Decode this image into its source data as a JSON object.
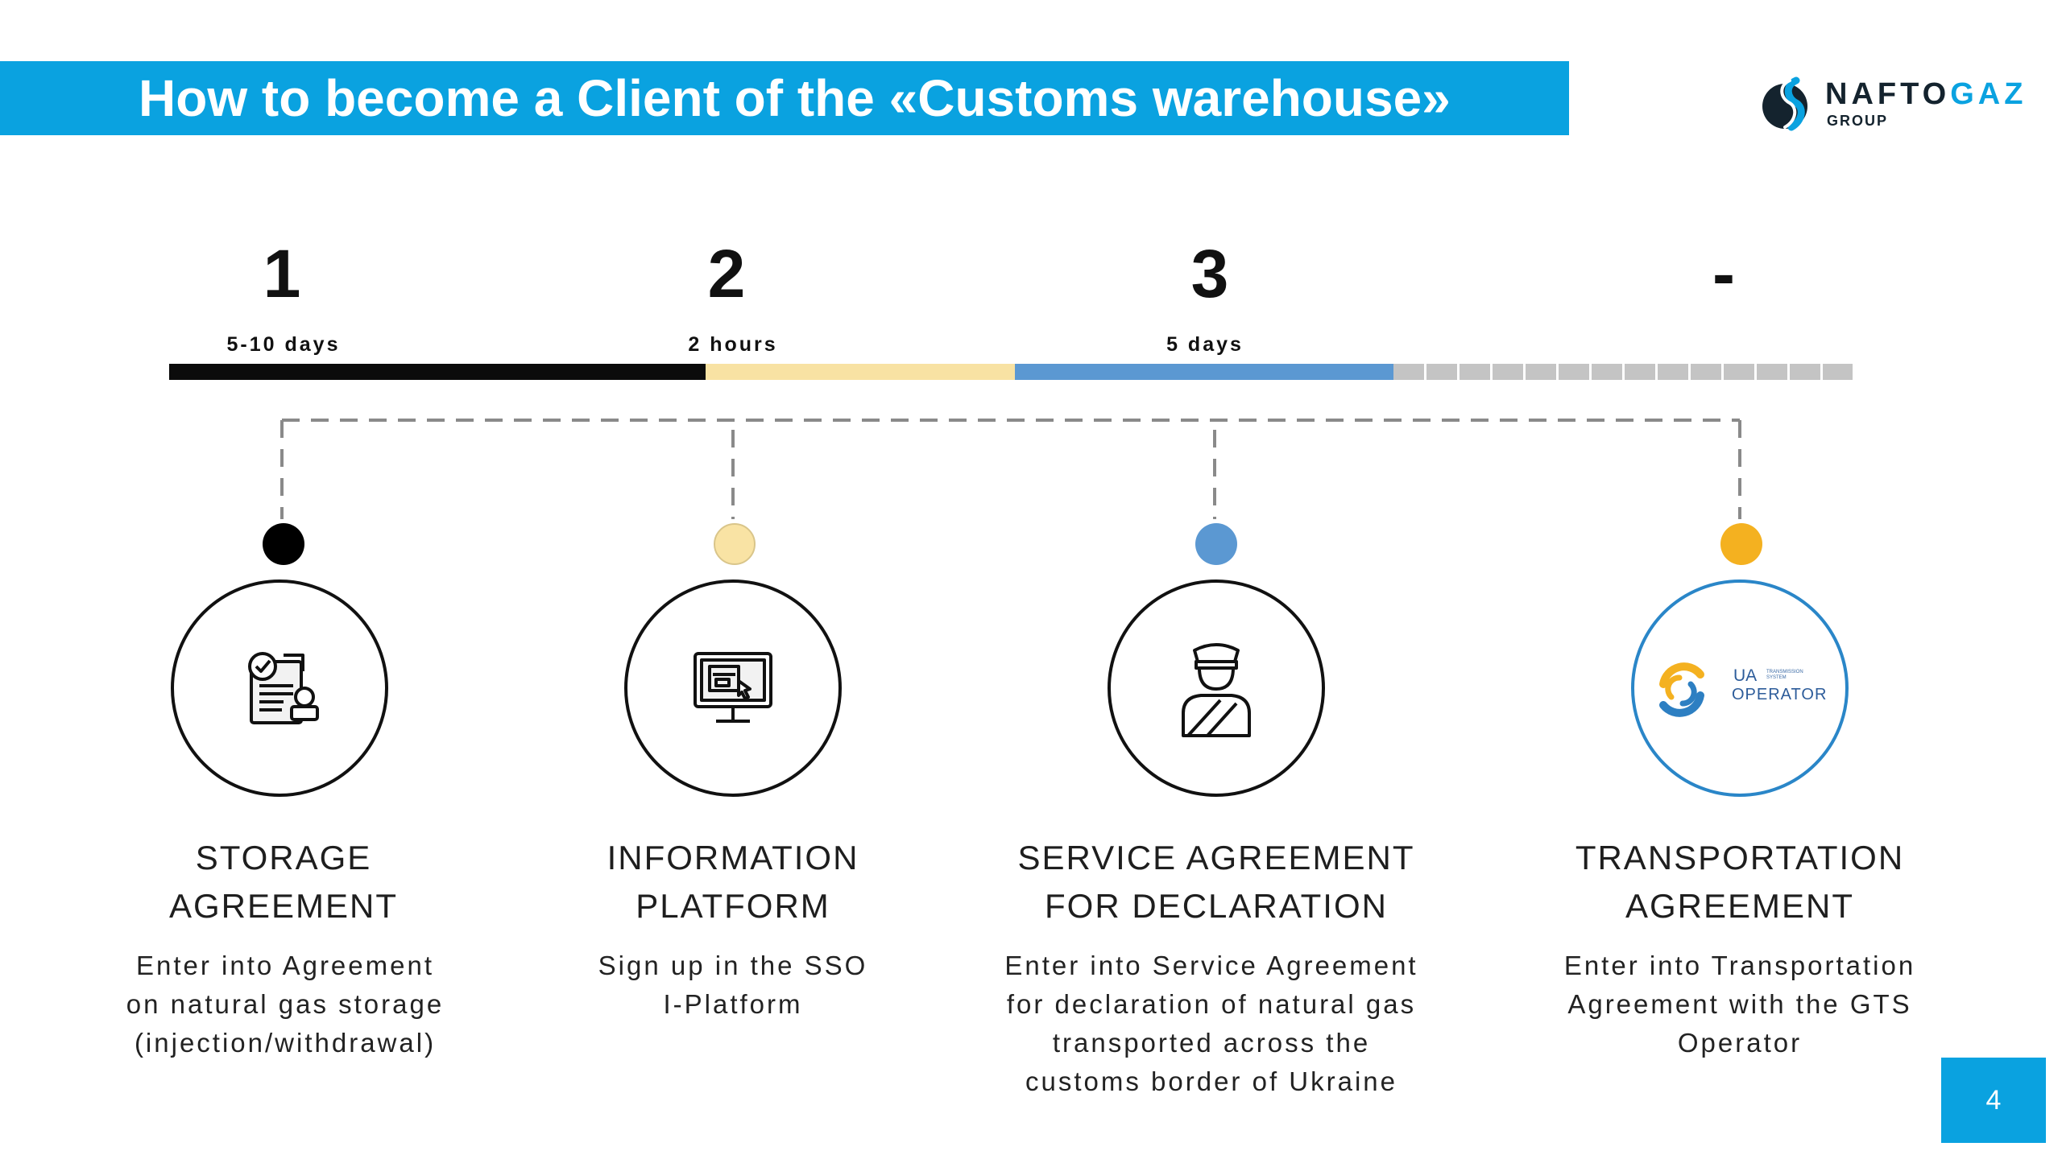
{
  "header": {
    "title": "How to become a Client of the «Customs warehouse»",
    "logo_name_part1": "NAFTO",
    "logo_name_part2": "GAZ",
    "logo_sub": "GROUP"
  },
  "colors": {
    "title_bar": "#0aa2e0",
    "step1": "#000000",
    "step2": "#f9e3a4",
    "step3": "#5b98d2",
    "step4": "#f4b120",
    "step_pending": "#c4c4c4"
  },
  "steps": [
    {
      "number": "1",
      "duration": "5-10 days",
      "icon": "contract-icon",
      "title": [
        "STORAGE",
        "AGREEMENT"
      ],
      "description": [
        "Enter into Agreement",
        "on natural gas storage",
        "(injection/withdrawal)"
      ]
    },
    {
      "number": "2",
      "duration": "2 hours",
      "icon": "computer-platform-icon",
      "title": [
        "INFORMATION",
        "PLATFORM"
      ],
      "description": [
        "Sign up in the SSO",
        "I-Platform"
      ]
    },
    {
      "number": "3",
      "duration": "5 days",
      "icon": "customs-officer-icon",
      "title": [
        "SERVICE AGREEMENT",
        "FOR DECLARATION"
      ],
      "description": [
        "Enter into Service Agreement",
        "for declaration of natural gas",
        "transported across the",
        "customs border of Ukraine"
      ]
    },
    {
      "number": "-",
      "duration": "",
      "icon": "ua-operator-logo",
      "title": [
        "TRANSPORTATION",
        "AGREEMENT"
      ],
      "description": [
        "Enter into Transportation",
        "Agreement with the GTS",
        "Operator"
      ]
    }
  ],
  "operator_logo": {
    "name": "UA",
    "small": [
      "TRANSMISSION",
      "SYSTEM"
    ],
    "operator": "OPERATOR"
  },
  "page_number": "4"
}
